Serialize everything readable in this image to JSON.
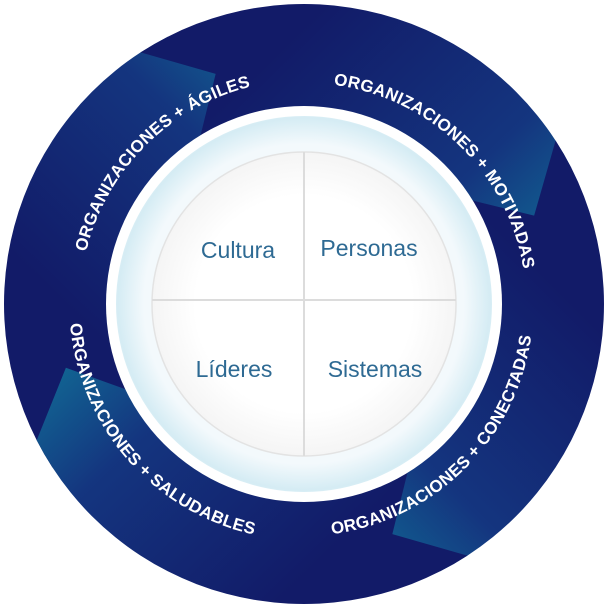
{
  "ring": {
    "segments": [
      {
        "id": "agiles",
        "label": "ORGANIZACIONES + ÁGILES"
      },
      {
        "id": "motivadas",
        "label": "ORGANIZACIONES + MOTIVADAS"
      },
      {
        "id": "conectadas",
        "label": "ORGANIZACIONES + CONECTADAS"
      },
      {
        "id": "saludables",
        "label": "ORGANIZACIONES + SALUDABLES"
      }
    ],
    "colors": {
      "navy": "#111c6b",
      "teal": "#0f7f9e",
      "inner_ring": "#dff0f6",
      "divider": "#dcdcdc"
    }
  },
  "center": {
    "quadrants": [
      {
        "id": "cultura",
        "label": "Cultura"
      },
      {
        "id": "personas",
        "label": "Personas"
      },
      {
        "id": "lideres",
        "label": "Líderes"
      },
      {
        "id": "sistemas",
        "label": "Sistemas"
      }
    ]
  }
}
